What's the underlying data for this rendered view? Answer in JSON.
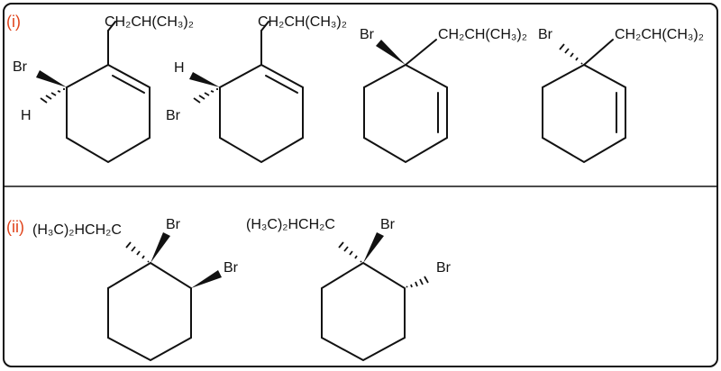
{
  "colors": {
    "label": "#e0451d",
    "ink": "#111111",
    "frame": "#111111",
    "background": "#ffffff"
  },
  "panels": {
    "i": {
      "label": "(i)"
    },
    "ii": {
      "label": "(ii)"
    }
  },
  "labels": {
    "br": "Br",
    "h": "H",
    "isobutyl": "CH₂CH(CH₃)₂",
    "isobutyl_left": "(H₃C)₂HCH₂C"
  }
}
